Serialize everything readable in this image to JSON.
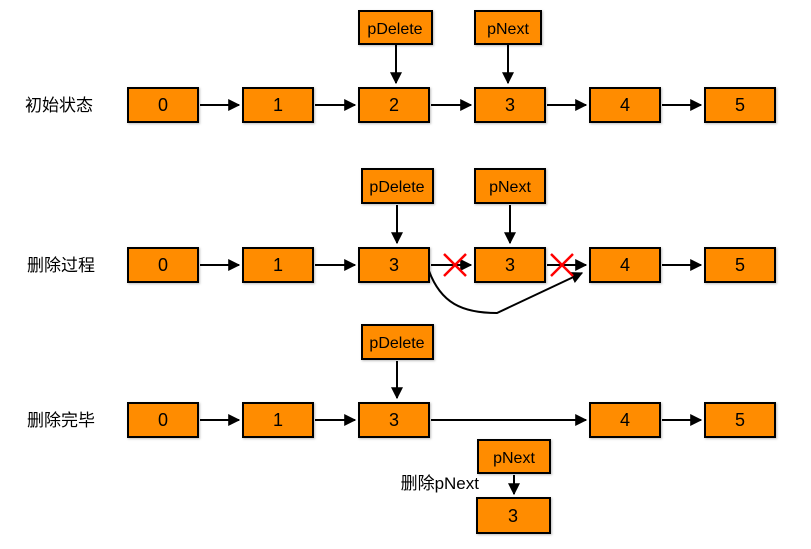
{
  "diagram_title": "linked-list-node-deletion-steps",
  "colors": {
    "node_fill": "#FF8C00",
    "node_border": "#000000",
    "cross": "#FF0000",
    "text": "#000000",
    "background": "#FFFFFF"
  },
  "rows": [
    {
      "label": "初始状态",
      "nodes": [
        "0",
        "1",
        "2",
        "3",
        "4",
        "5"
      ],
      "pdelete_label": "pDelete",
      "pnext_label": "pNext"
    },
    {
      "label": "删除过程",
      "nodes": [
        "0",
        "1",
        "3",
        "3",
        "4",
        "5"
      ],
      "pdelete_label": "pDelete",
      "pnext_label": "pNext"
    },
    {
      "label": "删除完毕",
      "nodes": [
        "0",
        "1",
        "3",
        "4",
        "5"
      ],
      "pdelete_label": "pDelete"
    }
  ],
  "detached": {
    "caption": "删除pNext",
    "pointer_label": "pNext",
    "node_value": "3"
  }
}
